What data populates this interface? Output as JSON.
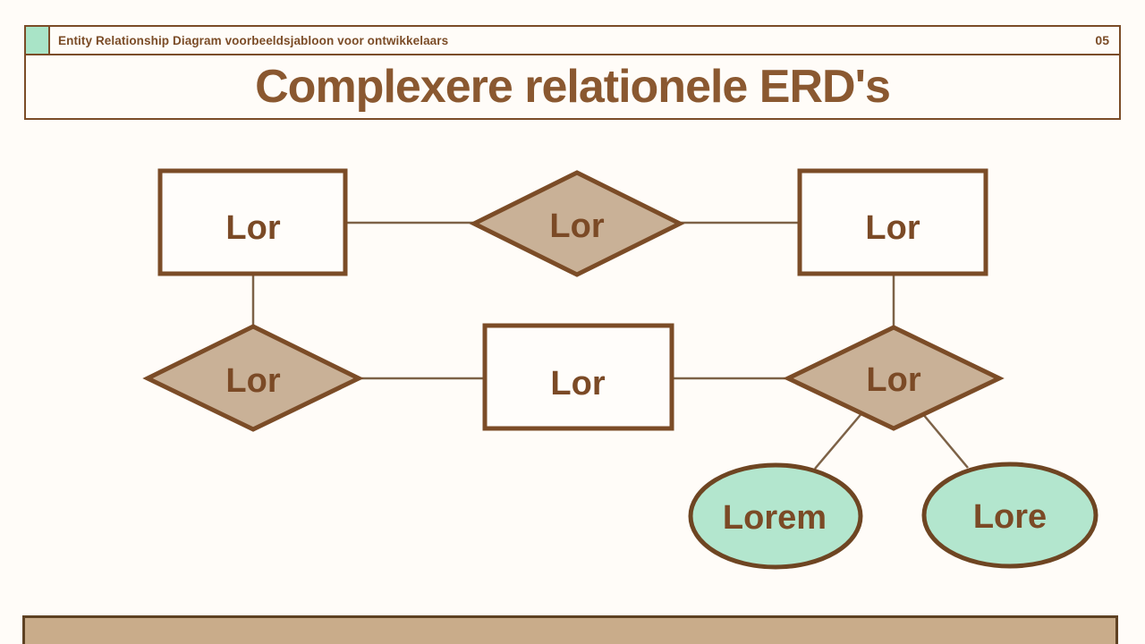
{
  "header": {
    "subtitle": "Entity Relationship Diagram voorbeeldsjabloon voor ontwikkelaars",
    "page_number": "05"
  },
  "title": "Complexere relationele ERD's",
  "diagram": {
    "entities": [
      {
        "id": "entity-top-left",
        "label": "Lor"
      },
      {
        "id": "entity-top-right",
        "label": "Lor"
      },
      {
        "id": "entity-middle",
        "label": "Lor"
      }
    ],
    "relationships": [
      {
        "id": "relationship-top-center",
        "label": "Lor"
      },
      {
        "id": "relationship-middle-left",
        "label": "Lor"
      },
      {
        "id": "relationship-middle-right",
        "label": "Lor"
      }
    ],
    "attributes": [
      {
        "id": "attribute-left",
        "label": "Lorem"
      },
      {
        "id": "attribute-right",
        "label": "Lore"
      }
    ]
  },
  "colors": {
    "background": "#fffcf8",
    "border_brown": "#7b4c27",
    "title_brown": "#8a5830",
    "label_brown": "#7b4a26",
    "connector_brown": "#7d6247",
    "diamond_fill": "#c9b197",
    "ellipse_fill": "#b3e6ce",
    "accent_mint": "#a9e4c7",
    "footer_fill": "#c9ac8a",
    "footer_border": "#5e4123"
  }
}
